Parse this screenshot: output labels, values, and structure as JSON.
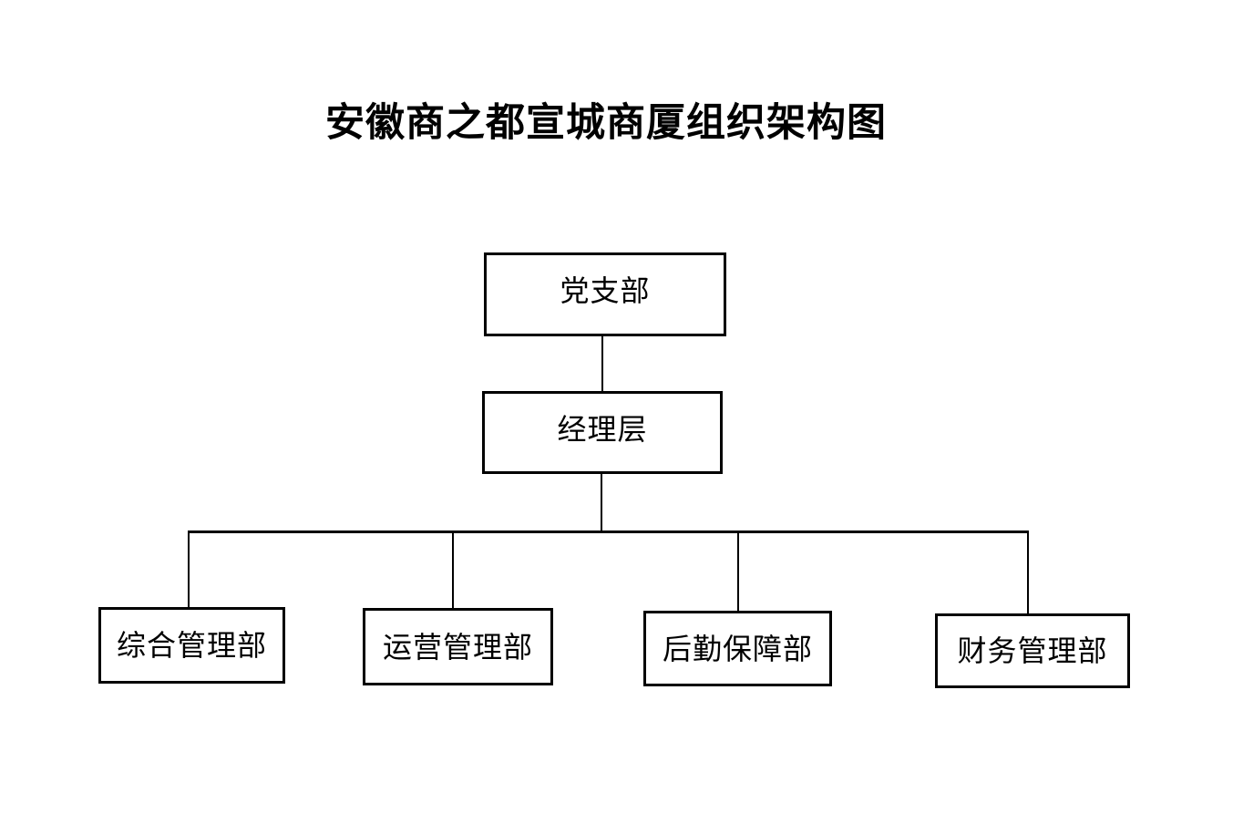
{
  "page": {
    "title": "安徽商之都宣城商厦组织架构图"
  },
  "org_chart": {
    "root": {
      "id": "party-branch",
      "label": "党支部"
    },
    "level2": {
      "id": "manager-level",
      "label": "经理层"
    },
    "departments": [
      {
        "id": "general-management",
        "label": "综合管理部"
      },
      {
        "id": "operations-management",
        "label": "运营管理部"
      },
      {
        "id": "logistics-support",
        "label": "后勤保障部"
      },
      {
        "id": "finance-management",
        "label": "财务管理部"
      }
    ]
  },
  "colors": {
    "background": "#ffffff",
    "box_border": "#000000",
    "connector_line": "#000000",
    "text": "#000000"
  }
}
